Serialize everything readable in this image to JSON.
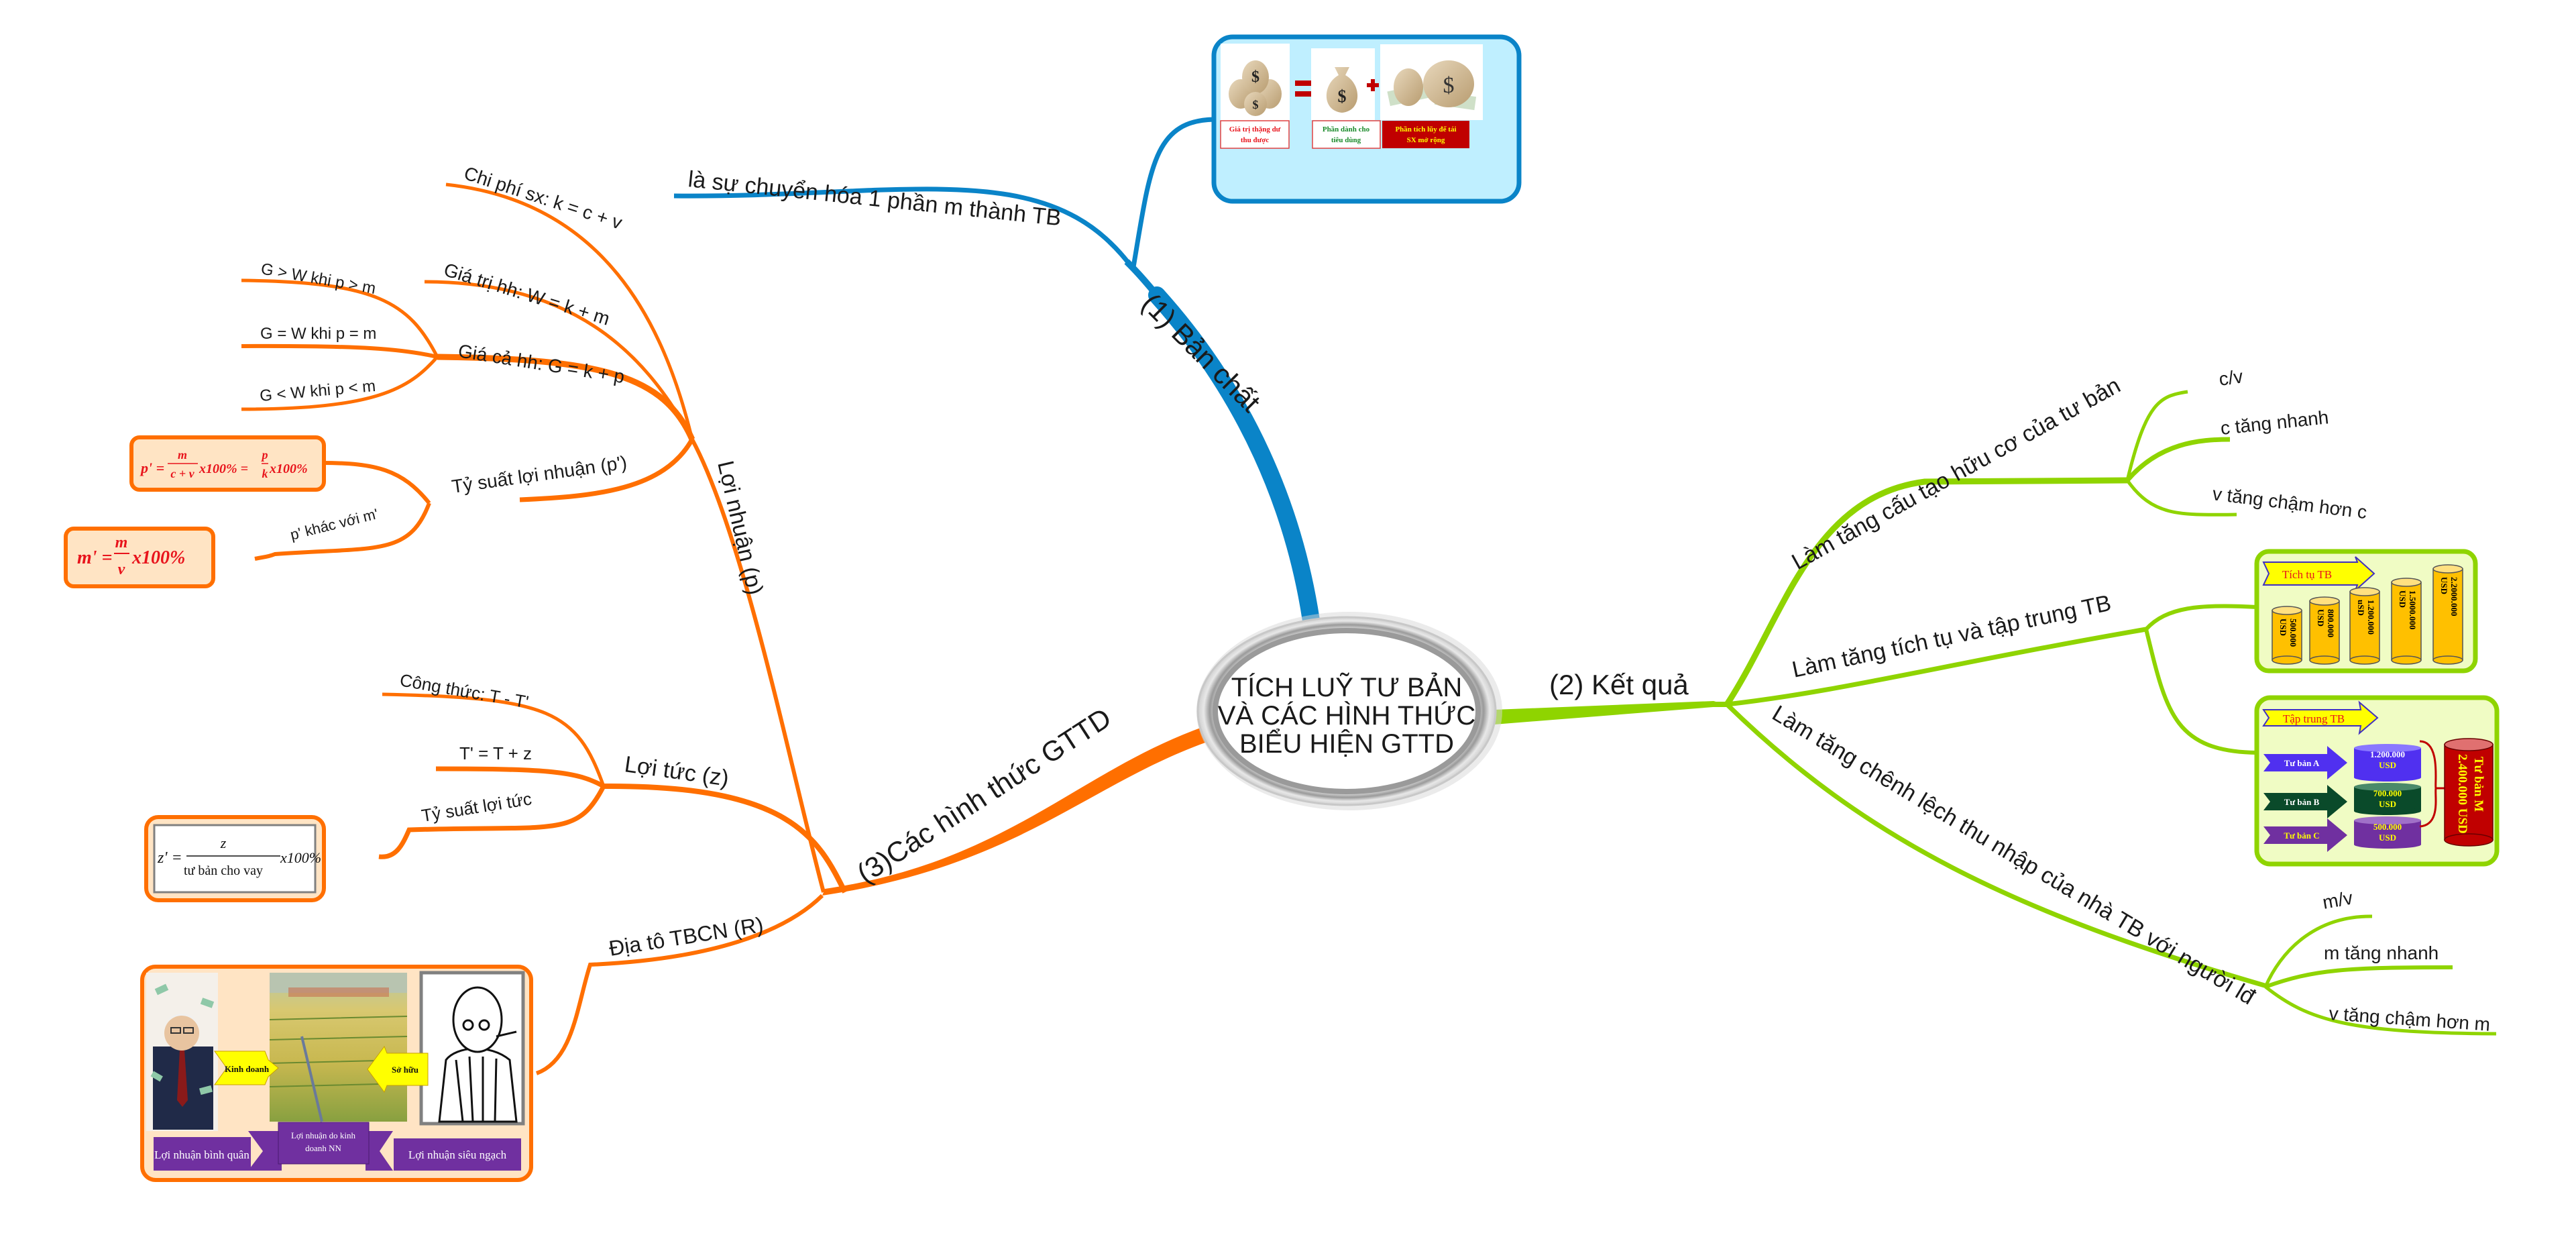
{
  "central": {
    "line1": "TÍCH LUỸ TƯ BẢN",
    "line2": "VÀ CÁC HÌNH THỨC",
    "line3": "BIỂU HIỆN GTTD"
  },
  "colors": {
    "blue": "#0a84c8",
    "green": "#8fd400",
    "orange": "#ff6f00",
    "light_blue_fill": "#bfefff",
    "light_green_fill": "#f0fcc4",
    "light_orange_fill": "#ffe4c4",
    "formula_red": "#e8141c",
    "purple": "#7030a0"
  },
  "branch1": {
    "label": "(1) Bản chất",
    "child": "là sự chuyển hóa 1 phần m thành TB",
    "image_box": {
      "item1": "Giá trị thặng dư thu được",
      "item1_l1": "Giá trị thặng dư",
      "item1_l2": "thu được",
      "item2_l1": "Phần dành cho",
      "item2_l2": "tiêu dùng",
      "item3_l1": "Phần tích lũy để tái",
      "item3_l2": "SX mở rộng",
      "equals": "=",
      "plus": "+",
      "dollar": "$"
    }
  },
  "branch2": {
    "label": "(2) Kết quả",
    "children": [
      {
        "label": "Làm tăng cấu tạo hữu cơ của tư bản",
        "children": [
          "c/v",
          "c tăng nhanh",
          "v tăng chậm hơn c"
        ]
      },
      {
        "label": "Làm tăng tích tụ và tập trung TB"
      },
      {
        "label": "Làm tăng chênh lệch thu nhập của nhà TB với người lđ",
        "children": [
          "m/v",
          "m tăng nhanh",
          "v tăng chậm hơn m"
        ]
      }
    ],
    "accumulation_box": {
      "arrow_label": "Tích tụ TB",
      "cylinders": [
        {
          "value": "500.000",
          "unit": "USD"
        },
        {
          "value": "800.000",
          "unit": "USD"
        },
        {
          "value": "1.200.000",
          "unit": "uSD"
        },
        {
          "value": "1.5000.000",
          "unit": "USD"
        },
        {
          "value": "2.2000.000",
          "unit": "USD"
        }
      ]
    },
    "concentration_box": {
      "arrow_label": "Tập trung TB",
      "sources": [
        {
          "name": "Tư bản A",
          "value": "1.200.000",
          "unit": "USD"
        },
        {
          "name": "Tư bản B",
          "value": "700.000",
          "unit": "USD"
        },
        {
          "name": "Tư bản C",
          "value": "500.000",
          "unit": "USD"
        }
      ],
      "result_name": "Tư bản M",
      "result_value": "2.400.000 USD"
    }
  },
  "branch3": {
    "label": "(3)Các hình thức GTTD",
    "profit": {
      "label": "Lợi nhuận (p)",
      "children": [
        "Chi phí sx: k = c + v",
        "Giá trị hh: W = k + m",
        "Giá cả hh: G = k + p",
        "Tỷ suất lợi nhuận (p')"
      ],
      "price_children": [
        "G > W khi p > m",
        "G = W khi p = m",
        "G < W khi p < m"
      ],
      "rate_child": "p' khác với m'",
      "formula_p": {
        "lhs": "p' =",
        "num1": "m",
        "den1": "c + v",
        "mid": "x100% =",
        "num2": "p",
        "den2": "k",
        "tail": "x100%"
      },
      "formula_m": {
        "lhs": "m' =",
        "num": "m",
        "den": "v",
        "tail": "x100%"
      }
    },
    "interest": {
      "label": "Lợi tức (z)",
      "children": [
        "Công thức: T - T'",
        "T' = T + z",
        "Tỷ suất lợi tức"
      ],
      "formula_z": {
        "lhs": "z' =",
        "num": "z",
        "den": "tư bản cho vay",
        "tail": "x100%"
      }
    },
    "rent": {
      "label": "Địa tô TBCN (R)",
      "image_box": {
        "arrow_left": "Kinh doanh",
        "arrow_right": "Sở hữu",
        "banner_left": "Lợi nhuận bình quân",
        "banner_mid_l1": "Lợi nhuận do kinh",
        "banner_mid_l2": "doanh NN",
        "banner_right": "Lợi nhuận siêu ngạch"
      }
    }
  }
}
